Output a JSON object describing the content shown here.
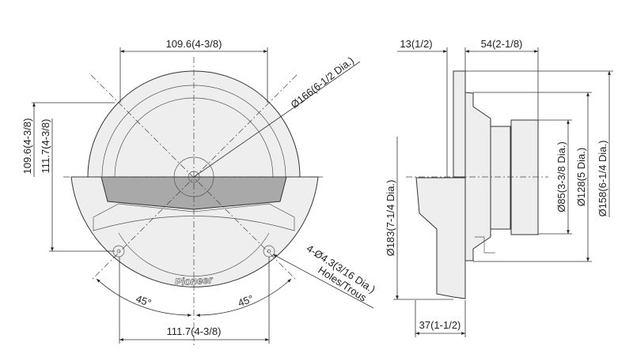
{
  "front_view": {
    "top_width": "109.6(4-3/8)",
    "bottom_width": "111.7(4-3/8)",
    "left_height_outer": "109.6(4-3/8)",
    "left_height_inner": "111.7(4-3/8)",
    "diameter": "Ø166(6-1/2 Dia.)",
    "holes_line1": "4-Ø4.3(3/16 Dia.)",
    "holes_line2": "Holes/Trous",
    "angle_left": "45°",
    "angle_right": "45°",
    "brand_logo": "Pioneer"
  },
  "side_view": {
    "flange_depth": "13(1/2)",
    "mount_depth": "54(2-1/8)",
    "grille_depth": "37(1-1/2)",
    "outer_diameter": "Ø183(7-1/4 Dia.)",
    "magnet_diameter": "Ø85(3-3/8 Dia.)",
    "basket_diameter": "Ø128(5 Dia.)",
    "frame_diameter": "Ø158(6-1/4 Dia.)"
  }
}
